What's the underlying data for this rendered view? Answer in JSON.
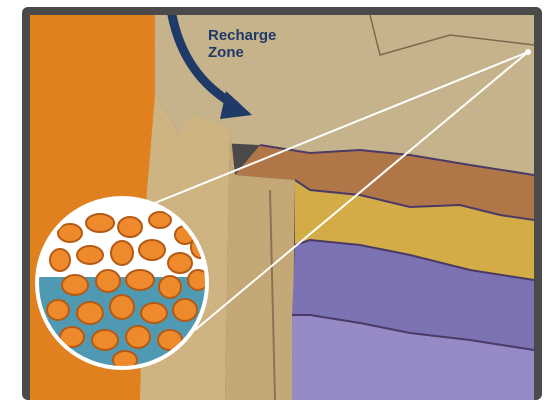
{
  "diagram": {
    "labels": {
      "recharge_line1": "Recharge",
      "recharge_line2": "Zone"
    },
    "icons": {
      "recharge_arrow": "curved-arrow-icon",
      "magnifier": "magnifier-circle"
    },
    "colors": {
      "orange_band": "#e0801e",
      "frame": "#4a4a4a",
      "topsoil": "#cbb890",
      "sandstone": "#d8c08c",
      "brown_layer": "#b57a4a",
      "yellow_layer": "#d9b14a",
      "purple_layer": "#7f76b8",
      "deep_purple": "#9a8ecc",
      "grain": "#ee8a2c",
      "water": "#4f9ab2",
      "arrow": "#1f3a66"
    }
  }
}
